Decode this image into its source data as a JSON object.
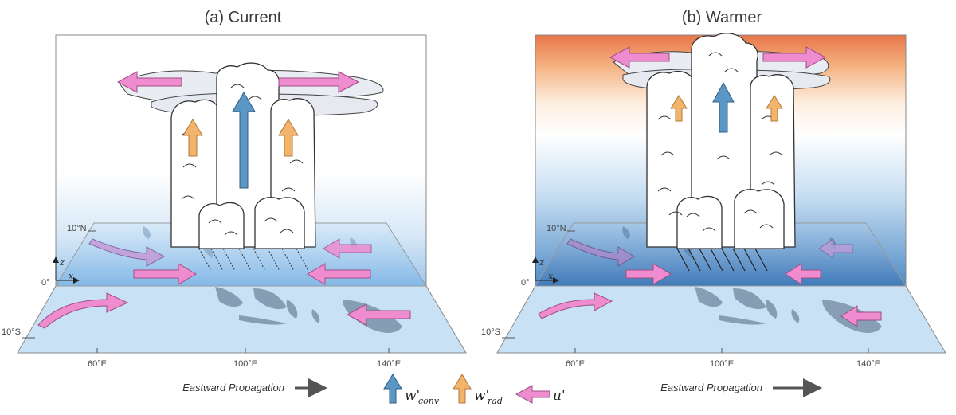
{
  "panels": [
    {
      "title": "(a) Current",
      "lat_labels": [
        "10°N",
        "0°",
        "10°S"
      ],
      "lon_labels": [
        "60°E",
        "100°E",
        "140°E"
      ],
      "axis_z": "z",
      "axis_x": "x",
      "propagation_label": "Eastward Propagation"
    },
    {
      "title": "(b) Warmer",
      "lat_labels": [
        "10°N",
        "0°",
        "10°S"
      ],
      "lon_labels": [
        "60°E",
        "100°E",
        "140°E"
      ],
      "axis_z": "z",
      "axis_x": "x",
      "propagation_label": "Eastward Propagation"
    }
  ],
  "legend": [
    {
      "symbol": "w'",
      "sub": "conv",
      "color": "#5b97c4"
    },
    {
      "symbol": "w'",
      "sub": "rad",
      "color": "#f2b36b"
    },
    {
      "symbol": "u'",
      "sub": "",
      "color": "#ee8ccf"
    }
  ],
  "colors": {
    "updraft_conv": "#5b97c4",
    "updraft_rad": "#f2b36b",
    "zonal_wind": "#ee8ccf",
    "ocean_plane": "#cfe4f6",
    "land": "#7f97ad",
    "warm_top": "#e8764a"
  }
}
